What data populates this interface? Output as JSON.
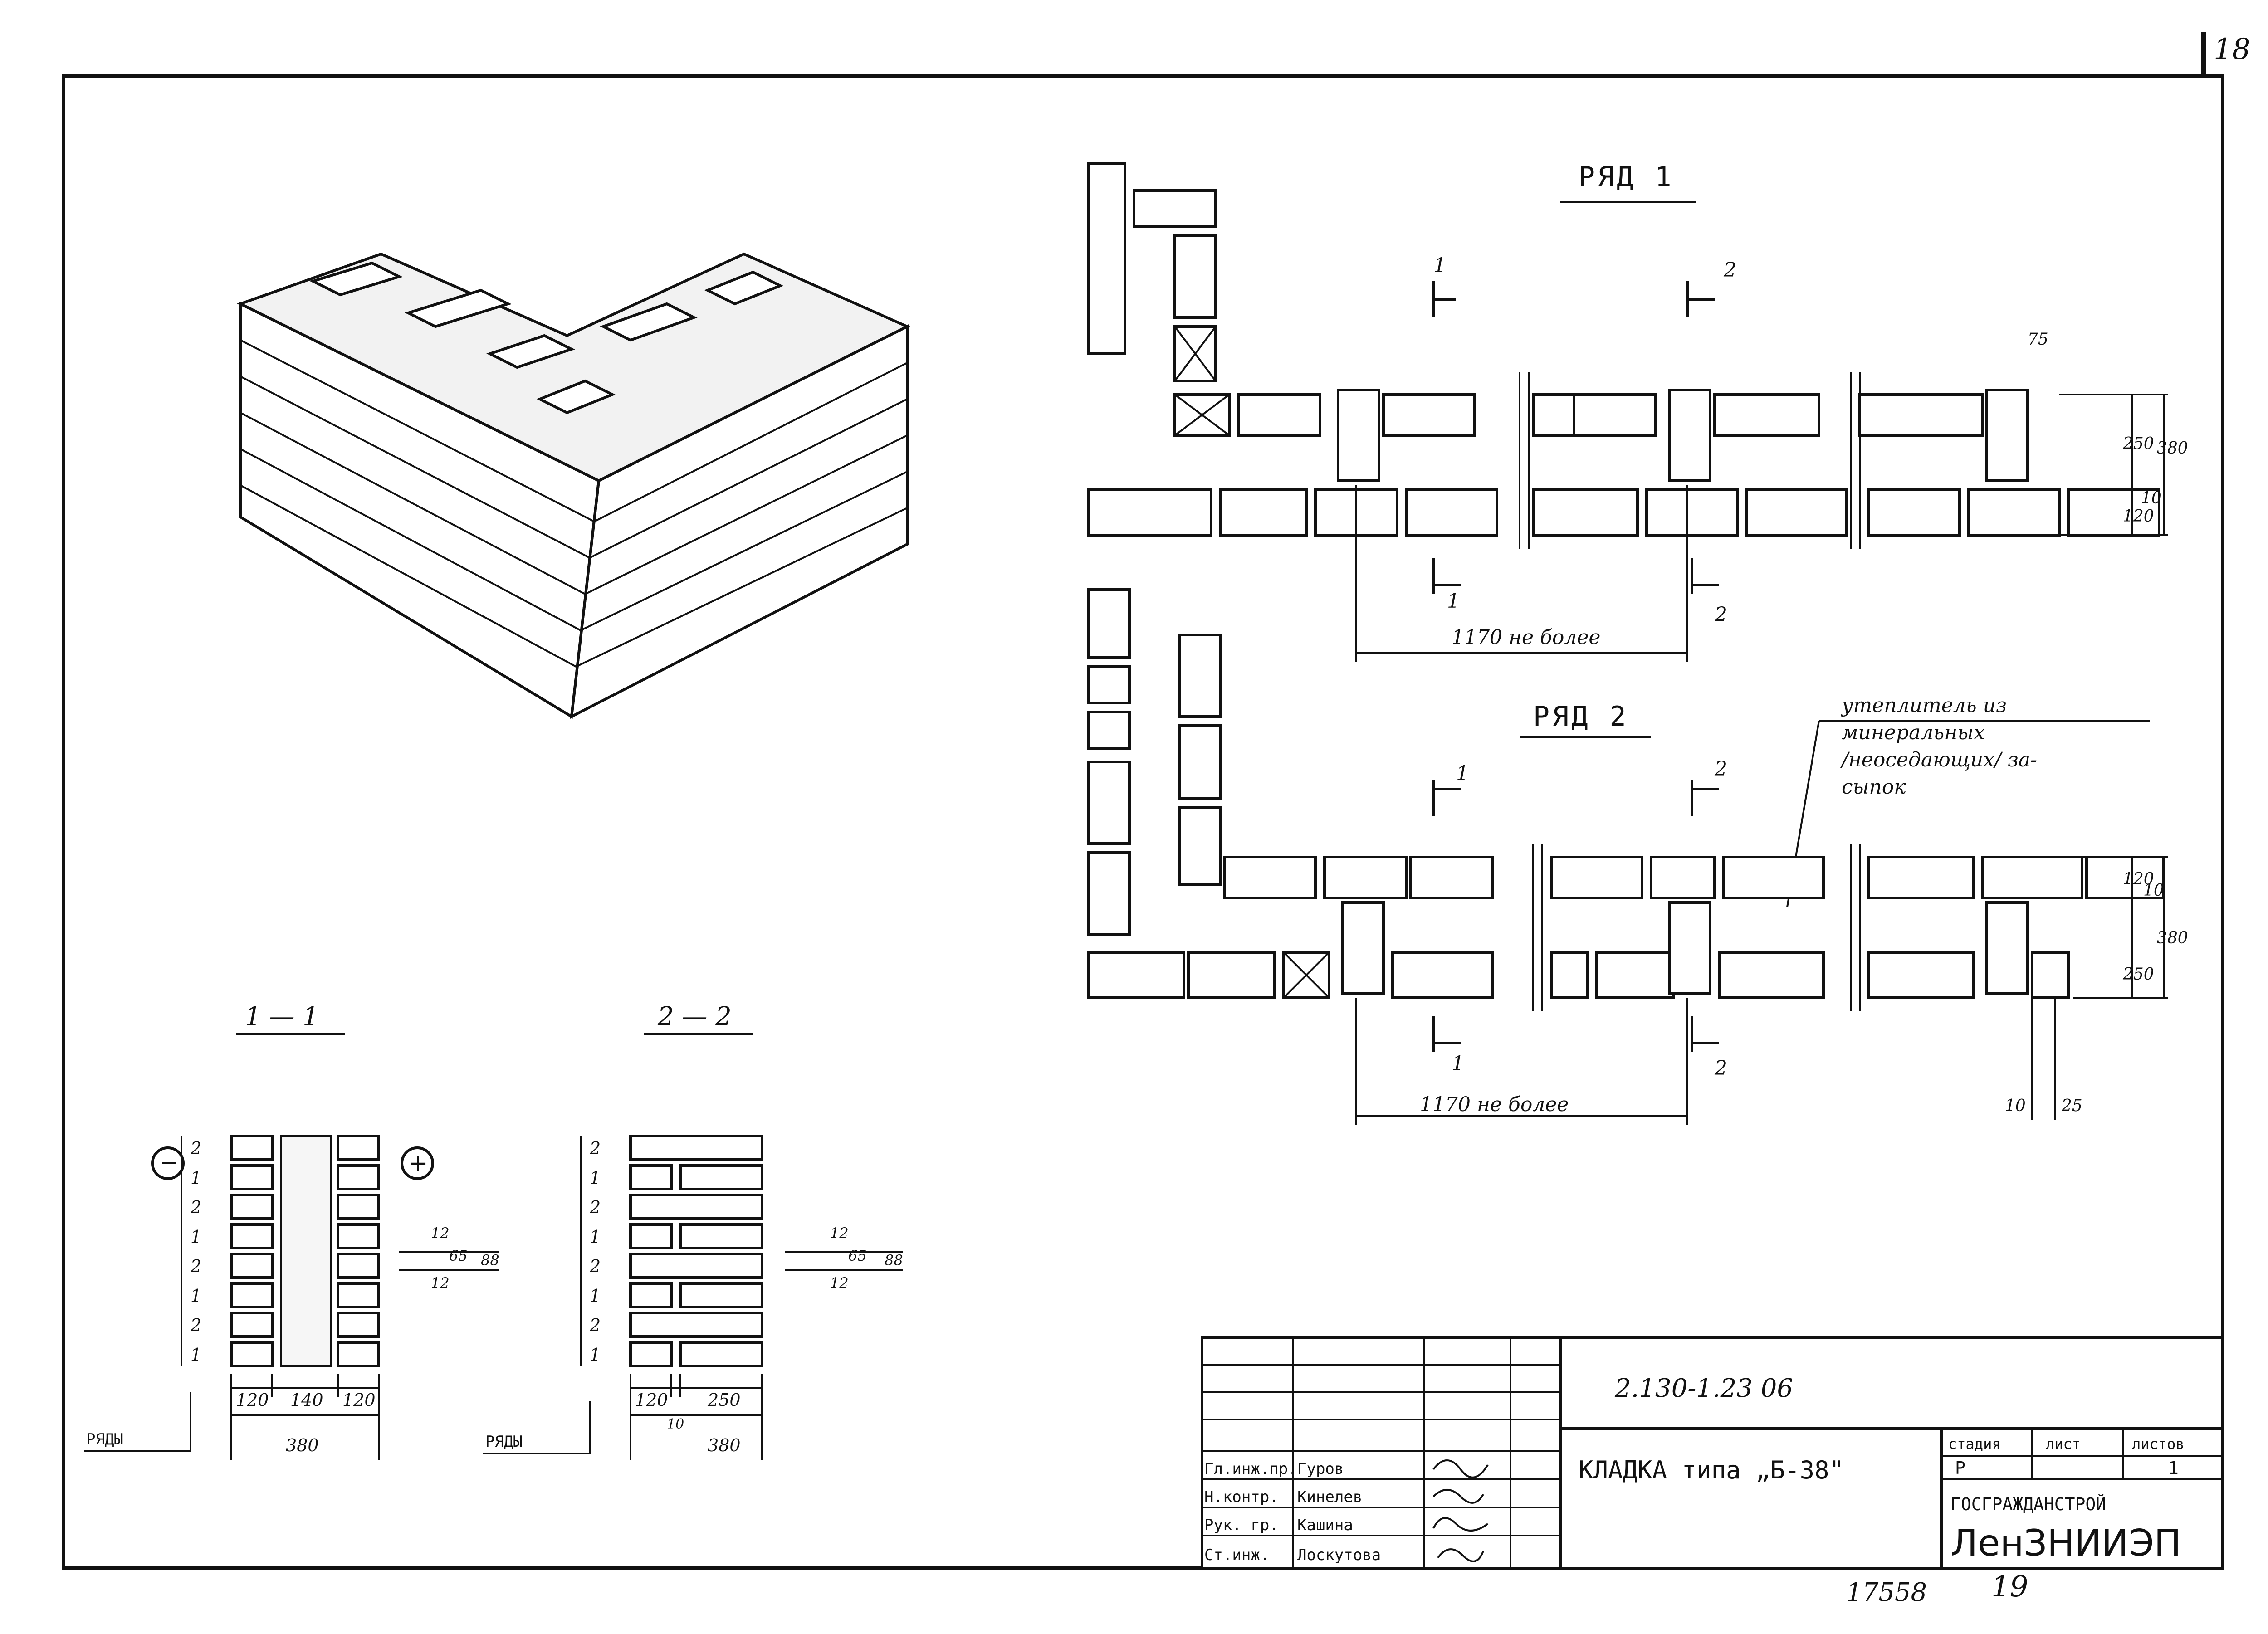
{
  "sheet": {
    "page_number": "18",
    "document_code": "2.130-1.23 06",
    "title": "КЛАДКА типа „Б-38\"",
    "inventory_number": "17558",
    "page_footer": "19",
    "organization_line1": "ГОСГРАЖДАНСТРОЙ",
    "organization_line2": "ЛенЗНИИЭП"
  },
  "stamp": {
    "stage_header": "стадия",
    "sheet_header": "лист",
    "sheets_header": "листов",
    "stage_value": "Р",
    "sheets_value": "1",
    "signatories": [
      {
        "role": "Гл.инж.пр.",
        "name": "Гуров"
      },
      {
        "role": "Н.контр.",
        "name": "Кинелев"
      },
      {
        "role": "Рук. гр.",
        "name": "Кашина"
      },
      {
        "role": "Ст.инж.",
        "name": "Лоскутова"
      }
    ]
  },
  "plan": {
    "row1_label": "РЯД 1",
    "row2_label": "РЯД 2",
    "section_mark_1": "1",
    "section_mark_2": "2",
    "spacing_note": "1170 не более",
    "insulation_note": [
      "утеплитель из",
      "минеральных",
      "/неоседающих/ за-",
      "сыпок"
    ],
    "dims_row1": {
      "top": "75",
      "a": "250",
      "b": "120",
      "c": "10",
      "total": "380"
    },
    "dims_row2": {
      "a": "120",
      "c": "10",
      "b": "250",
      "total": "380",
      "bottom_a": "10",
      "bottom_b": "25"
    }
  },
  "sections": {
    "s1_title": "1 — 1",
    "s2_title": "2 — 2",
    "rows_label": "РЯДЫ",
    "minus_sign": "−",
    "plus_sign": "+",
    "s1_row_numbers": [
      "2",
      "1",
      "2",
      "1",
      "2",
      "1",
      "2",
      "1"
    ],
    "s2_row_numbers": [
      "2",
      "1",
      "2",
      "1",
      "2",
      "1",
      "2",
      "1"
    ],
    "s1_widths": [
      "120",
      "140",
      "120"
    ],
    "s1_total": "380",
    "s2_widths": [
      "120",
      "250"
    ],
    "s2_gap": "10",
    "s2_total": "380",
    "vert_dims": [
      "12",
      "65",
      "12",
      "88"
    ]
  }
}
